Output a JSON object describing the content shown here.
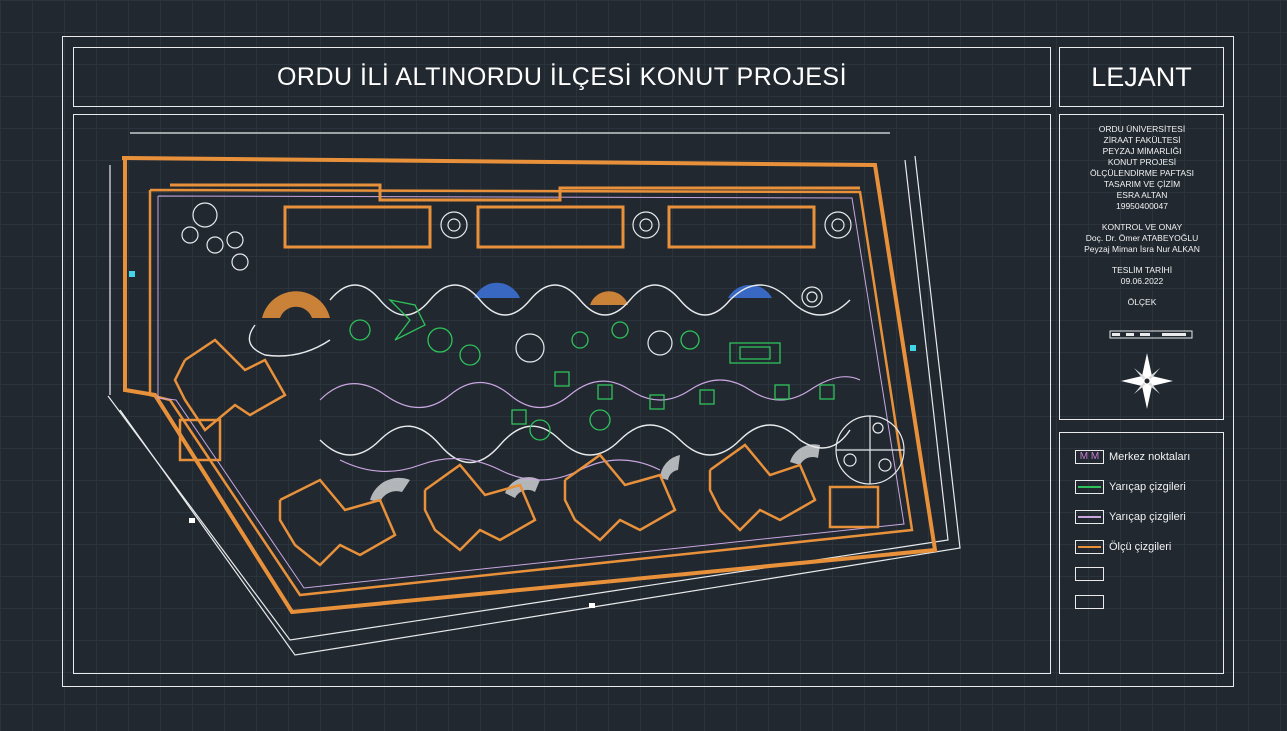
{
  "title": "ORDU İLİ ALTINORDU İLÇESİ KONUT PROJESİ",
  "legend_title": "LEJANT",
  "info": {
    "line1": "ORDU ÜNİVERSİTESİ",
    "line2": "ZİRAAT FAKÜLTESİ",
    "line3": "PEYZAJ MİMARLIĞI",
    "line4": "KONUT PROJESİ",
    "line5": "ÖLÇÜLENDİRME PAFTASI",
    "line6": "TASARIM VE ÇİZİM",
    "line7": "ESRA ALTAN",
    "line8": "19950400047",
    "control_label": "KONTROL VE ONAY",
    "control_1": "Doç. Dr. Ömer ATABEYOĞLU",
    "control_2": "Peyzaj  Miman İsra Nur ALKAN",
    "delivery_label": "TESLİM TARİHİ",
    "delivery_date": "09.06.2022",
    "scale_label": "ÖLÇEK"
  },
  "legend": [
    {
      "label": "Merkez noktaları",
      "swatch_text": "M M",
      "color": "#c87fd0"
    },
    {
      "label": "Yarıçap çizgileri",
      "color": "#2ec25a"
    },
    {
      "label": "Yarıçap çizgileri",
      "color": "#c9a6e0"
    },
    {
      "label": "Ölçü çizgileri",
      "color": "#e8913a"
    },
    {
      "label": "",
      "color": ""
    },
    {
      "label": "",
      "color": ""
    }
  ],
  "colors": {
    "background": "#212830",
    "frame": "#e8eaec",
    "orange": "#e8913a",
    "green": "#2ec25a",
    "purple": "#c9a6e0",
    "blue": "#3b6fd1"
  }
}
